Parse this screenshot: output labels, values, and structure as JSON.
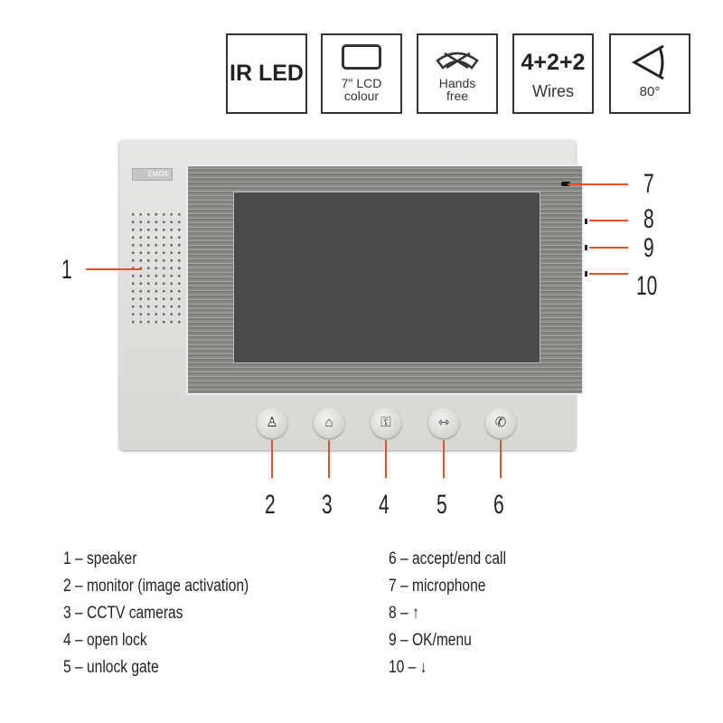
{
  "features": [
    {
      "icon": "ir-led-text",
      "big": "IR LED",
      "label": ""
    },
    {
      "icon": "lcd-screen-icon",
      "big": "",
      "label": "7\" LCD colour"
    },
    {
      "icon": "handset-icon",
      "big": "",
      "label": "Hands free"
    },
    {
      "icon": "wires-text",
      "big": "4+2+2",
      "label": "Wires"
    },
    {
      "icon": "viewing-angle-icon",
      "big": "",
      "label": "80°"
    }
  ],
  "device": {
    "brand": "EMOS"
  },
  "callouts": [
    "1",
    "2",
    "3",
    "4",
    "5",
    "6",
    "7",
    "8",
    "9",
    "10"
  ],
  "legend_left": [
    "1 – speaker",
    "2 – monitor (image activation)",
    "3 – CCTV cameras",
    "4 – open lock",
    "5 – unlock gate"
  ],
  "legend_right": [
    "6 – accept/end call",
    "7 – microphone",
    "8 – ↑",
    "9 – OK/menu",
    "10 – ↓"
  ],
  "colors": {
    "callout": "#e8502a"
  }
}
